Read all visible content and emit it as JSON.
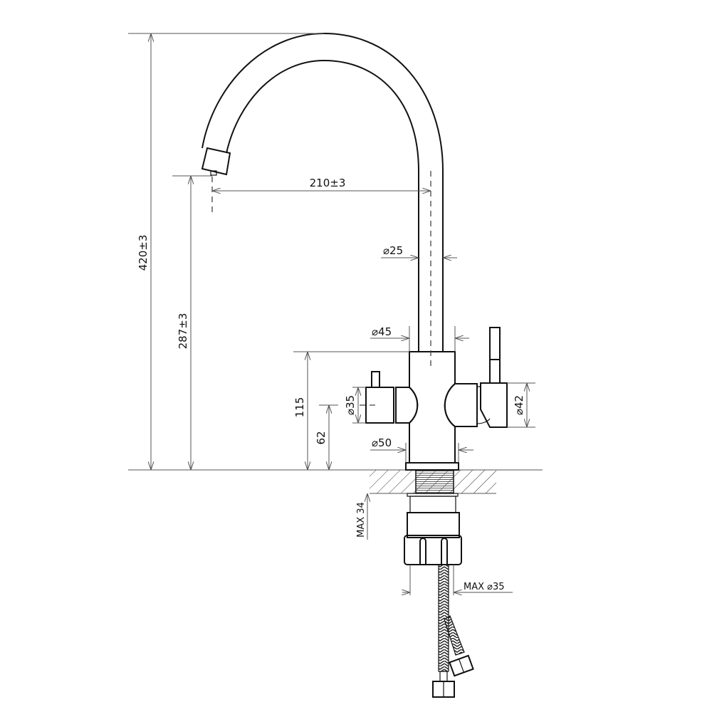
{
  "drawing": {
    "title": "Faucet dimensional drawing",
    "units": "mm",
    "dimensions": {
      "total_height": "420±3",
      "spout_height": "287±3",
      "spout_reach": "210±3",
      "spout_diameter": "⌀25",
      "body_top_diameter": "⌀45",
      "left_handle_diameter": "⌀35",
      "right_handle_diameter": "⌀42",
      "base_diameter": "⌀50",
      "body_height": "115",
      "handle_axis_height": "62",
      "max_countertop": "MAX 34",
      "max_hole_diameter": "MAX ⌀35"
    }
  }
}
